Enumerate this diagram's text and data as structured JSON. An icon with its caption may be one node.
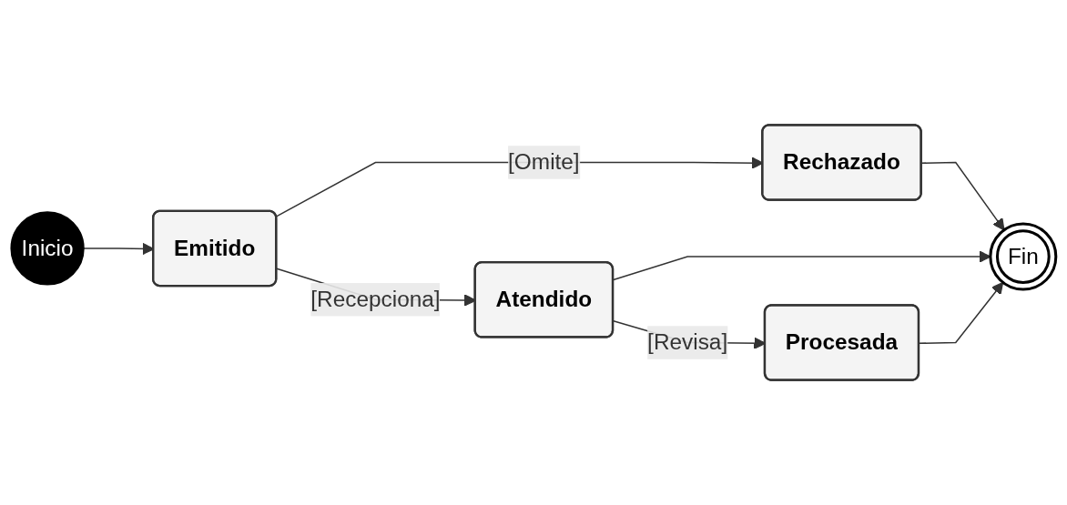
{
  "diagram": {
    "nodes": [
      {
        "text": [
          "Inicio"
        ]
      },
      {
        "text": [
          "Emitido"
        ]
      },
      {
        "text": [
          "Atendido"
        ]
      },
      {
        "text": [
          "Procesada"
        ]
      },
      {
        "text": [
          "Rechazado"
        ]
      },
      {
        "text": [
          "Fin"
        ]
      }
    ],
    "edges": [
      {
        "from": 0,
        "to": 1,
        "arrow": "to"
      },
      {
        "from": 1,
        "to": 2,
        "arrow": "to",
        "label": "[Recepciona]"
      },
      {
        "from": 2,
        "to": 3,
        "arrow": "to",
        "label": "[Revisa]"
      },
      {
        "from": 1,
        "to": 4,
        "arrow": "to",
        "label": "[Omite]"
      },
      {
        "from": 4,
        "to": 5,
        "arrow": "to"
      },
      {
        "from": 2,
        "to": 5,
        "arrow": "to"
      },
      {
        "from": 3,
        "to": 5,
        "arrow": "to"
      }
    ]
  }
}
